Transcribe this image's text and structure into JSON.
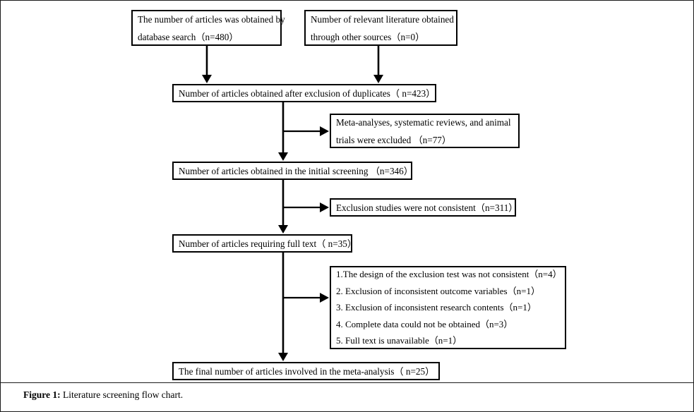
{
  "figure": {
    "caption_label": "Figure 1:",
    "caption_text": " Literature screening flow chart."
  },
  "chart_data": {
    "type": "diagram",
    "title": "Literature screening flow chart",
    "diagram_kind": "prisma-flowchart",
    "nodes": [
      {
        "id": "search",
        "lines": [
          "The number of articles was obtained by",
          "database search（n=480）"
        ],
        "n": 480
      },
      {
        "id": "other_sources",
        "lines": [
          "Number of relevant literature obtained",
          "through other sources（n=0）"
        ],
        "n": 0
      },
      {
        "id": "duplicates",
        "lines": [
          "Number of articles obtained after exclusion of duplicates（ n=423）"
        ],
        "n": 423
      },
      {
        "id": "excluded_meta",
        "lines": [
          "Meta-analyses, systematic reviews, and animal",
          "trials were excluded （n=77）"
        ],
        "n": 77
      },
      {
        "id": "initial_screening",
        "lines": [
          "Number of articles obtained in the initial screening （n=346）"
        ],
        "n": 346
      },
      {
        "id": "not_consistent",
        "lines": [
          "Exclusion studies were not consistent（n=311）"
        ],
        "n": 311
      },
      {
        "id": "fulltext",
        "lines": [
          "Number of articles requiring full text（ n=35）"
        ],
        "n": 35
      },
      {
        "id": "exclusions",
        "lines": [
          "1.The design of the exclusion test was not consistent（n=4）",
          "2. Exclusion of inconsistent outcome variables（n=1）",
          "3. Exclusion of inconsistent research contents（n=1）",
          "4. Complete data could not be obtained（n=3）",
          "5. Full text is unavailable（n=1）"
        ],
        "n": [
          4,
          1,
          1,
          3,
          1
        ]
      },
      {
        "id": "final",
        "lines": [
          "The final number of articles involved in the meta-analysis（ n=25）"
        ],
        "n": 25
      }
    ],
    "edges": [
      {
        "from": "search",
        "to": "duplicates",
        "style": "down-arrow"
      },
      {
        "from": "other_sources",
        "to": "duplicates",
        "style": "down-arrow"
      },
      {
        "from": "duplicates",
        "to": "initial_screening",
        "style": "down-arrow"
      },
      {
        "from": "duplicates",
        "to": "excluded_meta",
        "style": "right-arrow"
      },
      {
        "from": "initial_screening",
        "to": "fulltext",
        "style": "down-arrow"
      },
      {
        "from": "initial_screening",
        "to": "not_consistent",
        "style": "right-arrow"
      },
      {
        "from": "fulltext",
        "to": "final",
        "style": "down-arrow"
      },
      {
        "from": "fulltext",
        "to": "exclusions",
        "style": "right-arrow"
      }
    ],
    "colors": {
      "line": "#000000",
      "box_border": "#000000",
      "background": "#ffffff",
      "text": "#000000",
      "frame": "#1a1a1a"
    }
  }
}
